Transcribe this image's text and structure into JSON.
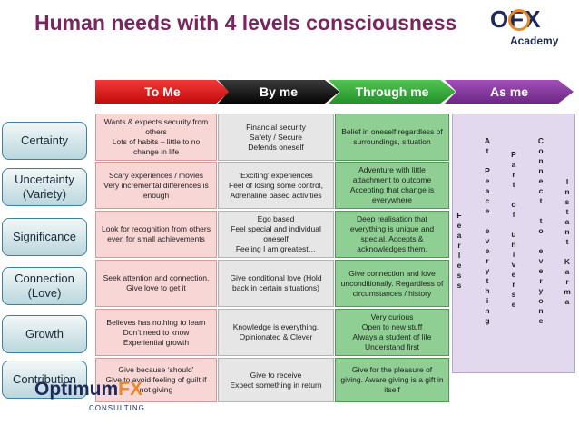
{
  "title": "Human needs with 4 levels consciousness",
  "logo_ofx": {
    "brand": "OFX",
    "sub": "Academy"
  },
  "logo_optimum": {
    "brand_a": "Optimum",
    "brand_b": "FX",
    "sub": "CONSULTING"
  },
  "headers": [
    "To Me",
    "By me",
    "Through me",
    "As me"
  ],
  "rows": [
    {
      "label": "Certainty",
      "cells": [
        "Wants & expects security from others\nLots of habits – little to no change in life",
        "Financial security\nSafety / Secure\nDefends oneself",
        "Belief in oneself regardless of surroundings, situation"
      ]
    },
    {
      "label": "Uncertainty\n(Variety)",
      "cells": [
        "Scary experiences / movies\nVery incremental differences is enough",
        "‘Exciting’ experiences\nFeel of losing some control, Adrenaline based activities",
        "Adventure with little attachment to outcome\nAccepting that change is everywhere"
      ]
    },
    {
      "label": "Significance",
      "cells": [
        "Look for recognition from others even for small achievements",
        "Ego based\nFeel special and individual oneself\nFeeling I am greatest…",
        "Deep realisation that everything is unique and special. Accepts & acknowledges them."
      ]
    },
    {
      "label": "Connection\n(Love)",
      "cells": [
        "Seek attention and connection. Give love to get it",
        "Give conditional love (Hold back in certain situations)",
        "Give connection and love unconditionally. Regardless of circumstances / history"
      ]
    },
    {
      "label": "Growth",
      "cells": [
        "Believes has nothing to learn\nDon’t need to know\nExperiential growth",
        "Knowledge is everything. Opinionated & Clever",
        "Very curious\nOpen to new stuff\nAlways a student of life\nUnderstand first"
      ]
    },
    {
      "label": "Contribution",
      "cells": [
        "Give because ‘should’\nGive to avoid feeling of guilt if not giving",
        "Give to receive\nExpect something in return",
        "Give for the pleasure of giving. Aware giving is a gift in itself"
      ]
    }
  ],
  "as_me": [
    "Fearless",
    "At Peace everything",
    "Part of universe",
    "Connect to everyone",
    "Instant Karma"
  ]
}
